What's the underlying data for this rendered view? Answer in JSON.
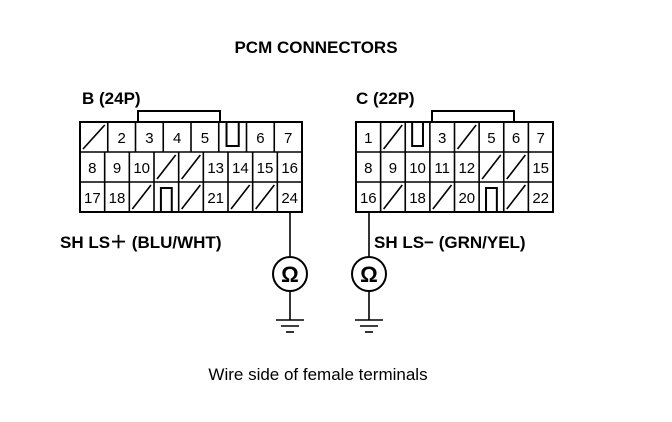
{
  "title": "PCM CONNECTORS",
  "footer": "Wire side of female terminals",
  "connectors": {
    "b": {
      "label": "B (24P)",
      "rows": [
        [
          "/",
          "2",
          "3",
          "4",
          "5",
          "key",
          "6",
          "7"
        ],
        [
          "8",
          "9",
          "10",
          "/",
          "/",
          "13",
          "14",
          "15",
          "16"
        ],
        [
          "17",
          "18",
          "/",
          "key",
          "/",
          "21",
          "/",
          "/",
          "24"
        ]
      ],
      "probe_pin": "24",
      "probe_label": "SH LS＋ (BLU/WHT)"
    },
    "c": {
      "label": "C (22P)",
      "rows": [
        [
          "1",
          "/",
          "key",
          "3",
          "/",
          "5",
          "6",
          "7"
        ],
        [
          "8",
          "9",
          "10",
          "11",
          "12",
          "/",
          "/",
          "15"
        ],
        [
          "16",
          "/",
          "18",
          "/",
          "20",
          "key",
          "/",
          "22"
        ]
      ],
      "probe_pin": "16",
      "probe_label": "SH LS− (GRN/YEL)"
    }
  },
  "meter_symbol": "Ω"
}
